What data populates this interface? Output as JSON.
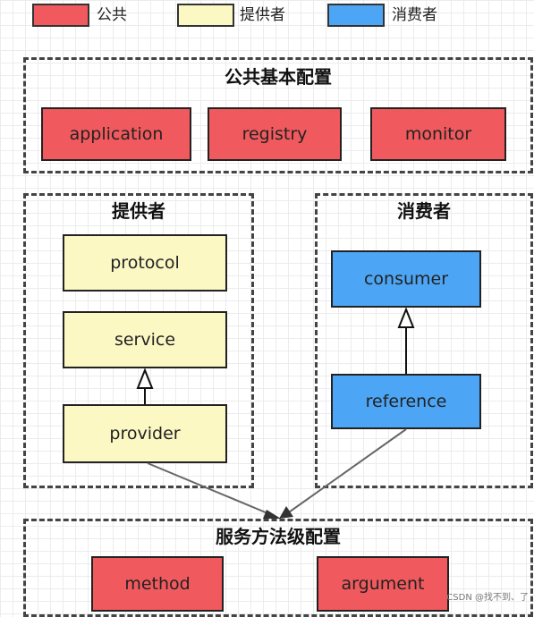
{
  "legend": [
    {
      "label": "公共",
      "color": "#f05a5e"
    },
    {
      "label": "提供者",
      "color": "#fbf8c4"
    },
    {
      "label": "消费者",
      "color": "#4da6f5"
    }
  ],
  "groups": {
    "common": {
      "title": "公共基本配置",
      "items": [
        "application",
        "registry",
        "monitor"
      ]
    },
    "provider": {
      "title": "提供者",
      "items": [
        "protocol",
        "service",
        "provider"
      ]
    },
    "consumer": {
      "title": "消费者",
      "items": [
        "consumer",
        "reference"
      ]
    },
    "method": {
      "title": "服务方法级配置",
      "items": [
        "method",
        "argument"
      ]
    }
  },
  "colors": {
    "common": "#f05a5e",
    "provider": "#fbf8c4",
    "consumer": "#4da6f5",
    "line": "#666666"
  },
  "watermark": "CSDN @找不到、了"
}
